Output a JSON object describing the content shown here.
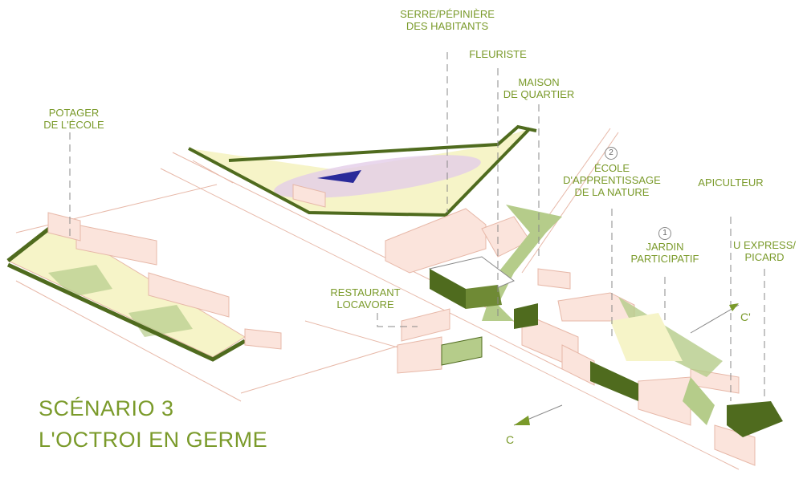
{
  "labels": {
    "serre": [
      "SERRE/PÉPINIÈRE",
      "DES HABITANTS"
    ],
    "fleuriste": [
      "FLEURISTE"
    ],
    "maison": [
      "MAISON",
      "DE QUARTIER"
    ],
    "ecole_nature": [
      "ÉCOLE",
      "D'APPRENTISSAGE",
      "DE LA NATURE"
    ],
    "apiculteur": [
      "APICULTEUR"
    ],
    "jardin": [
      "JARDIN",
      "PARTICIPATIF"
    ],
    "uexpress": [
      "U EXPRESS/",
      "PICARD"
    ],
    "potager": [
      "POTAGER",
      "DE L'ÉCOLE"
    ],
    "restaurant": [
      "RESTAURANT",
      "LOCAVORE"
    ]
  },
  "markers": {
    "ecole_nature": "2",
    "jardin": "1"
  },
  "section": {
    "start": "C",
    "end": "C'"
  },
  "title": {
    "line1": "SCÉNARIO  3",
    "line2": "L'OCTROI EN GERME"
  },
  "colors": {
    "label": "#7a9a2a",
    "dark_green": "#4f6b1e",
    "light_green": "#b5cc8a",
    "yard": "#f6f4c8",
    "building": "#fbe4dc",
    "water": "#2a2a9a"
  }
}
